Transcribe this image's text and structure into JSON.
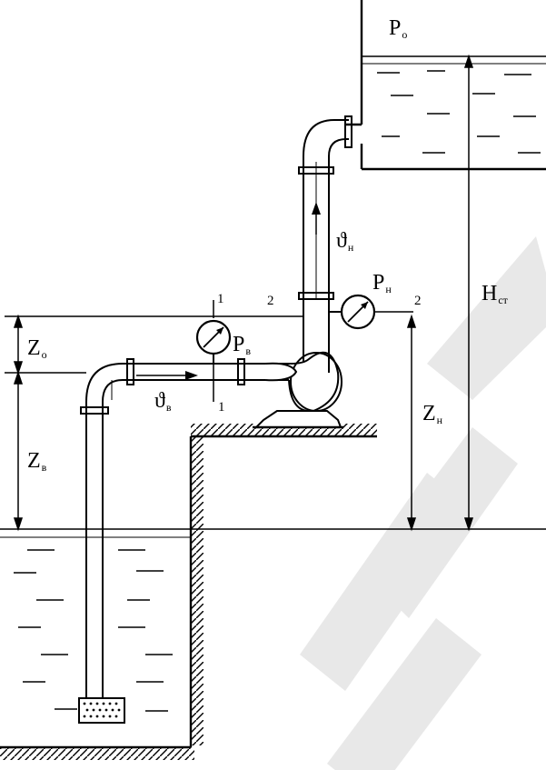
{
  "labels": {
    "p0": {
      "main": "P",
      "sub": "o"
    },
    "hst": {
      "main": "H",
      "sub": "ст"
    },
    "pn": {
      "main": "P",
      "sub": "н"
    },
    "pv": {
      "main": "P",
      "sub": "в"
    },
    "z0": {
      "main": "Z",
      "sub": "o"
    },
    "zv": {
      "main": "Z",
      "sub": "в"
    },
    "zn": {
      "main": "Z",
      "sub": "н"
    },
    "vn": {
      "main": "ϑ",
      "sub": "н"
    },
    "vv": {
      "main": "ϑ",
      "sub": "в"
    },
    "sec1_top": "1",
    "sec1_bottom": "1",
    "sec2_left": "2",
    "sec2_right": "2"
  },
  "colors": {
    "ink": "#000000",
    "watermark": "#e8e8e8"
  }
}
